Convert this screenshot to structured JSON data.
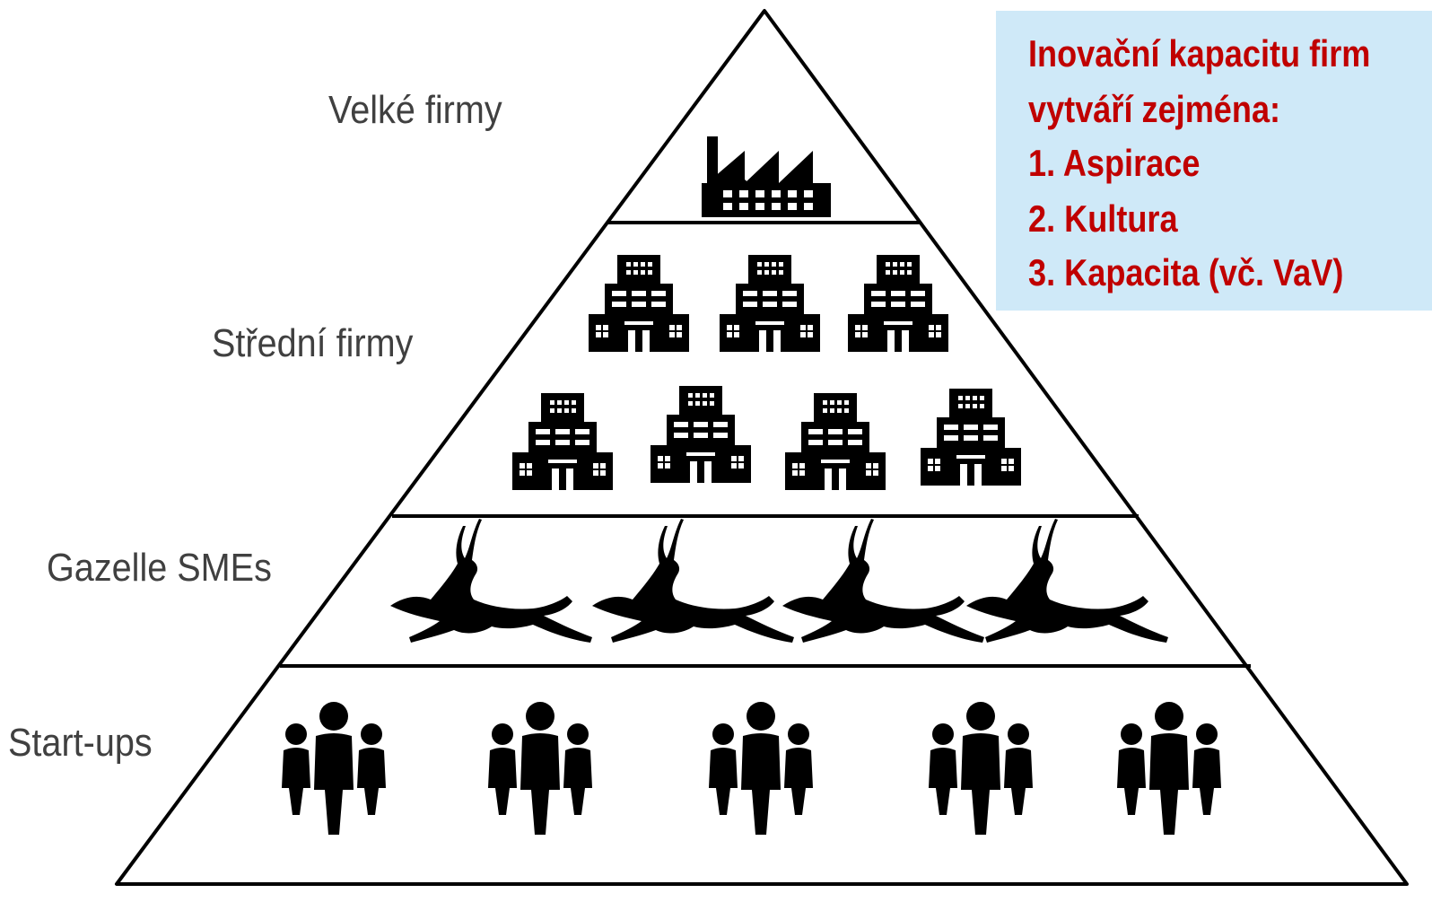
{
  "tiers": {
    "large": {
      "label": "Velké firmy",
      "icon": "factory-icon"
    },
    "medium": {
      "label": "Střední firmy",
      "icon": "office-building-icon"
    },
    "gazelle": {
      "label": "Gazelle SMEs",
      "icon": "gazelle-icon"
    },
    "startups": {
      "label": "Start-ups",
      "icon": "people-group-icon"
    }
  },
  "callout": {
    "line1": "Inovační kapacitu firm",
    "line2": "vytváří zejména:",
    "line3": "1. Aspirace",
    "line4": "2. Kultura",
    "line5": "3. Kapacita (vč. VaV)"
  },
  "colors": {
    "callout_background": "#cfe9f8",
    "callout_text": "#c00000",
    "label_text": "#404040",
    "icon": "#000000"
  }
}
